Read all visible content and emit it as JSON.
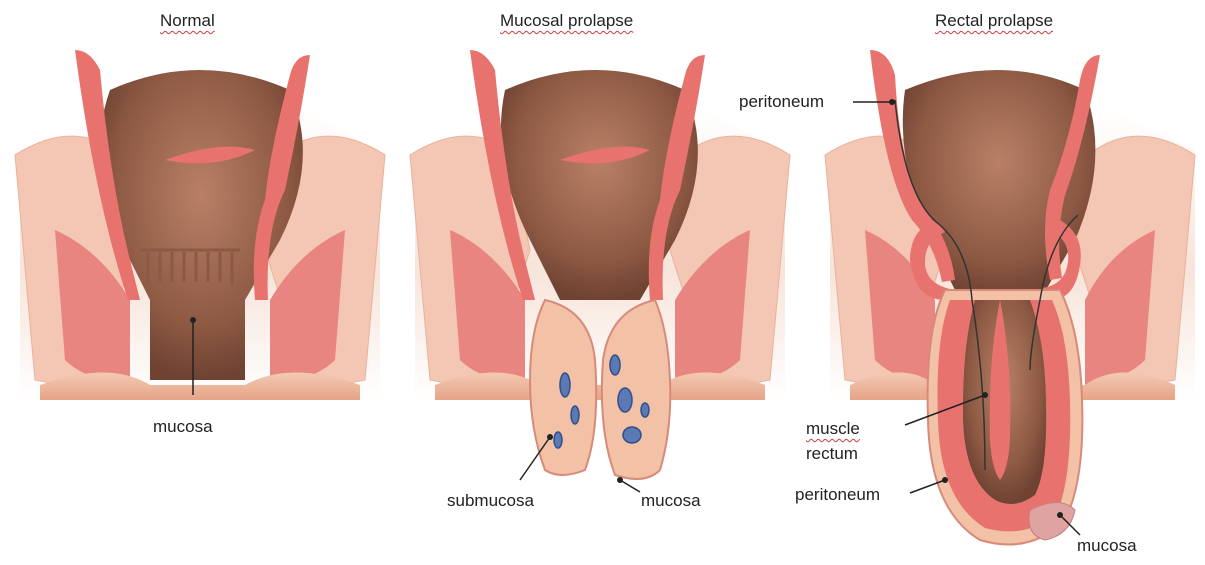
{
  "panels": [
    {
      "title": "Normal"
    },
    {
      "title": "Mucosal prolapse"
    },
    {
      "title": "Rectal prolapse"
    }
  ],
  "labels": {
    "normal_mucosa": "mucosa",
    "submucosa": "submucosa",
    "mucosal_mucosa": "mucosa",
    "peritoneum_top": "peritoneum",
    "muscle": "muscle",
    "rectum": "rectum",
    "peritoneum_bottom": "peritoneum",
    "rectal_mucosa": "mucosa"
  },
  "colors": {
    "wall": "#e8736e",
    "lumen": "#9c6248",
    "tissue": "#f2c1a6",
    "skin": "#e8a98c",
    "vessel": "#5b79b5"
  }
}
